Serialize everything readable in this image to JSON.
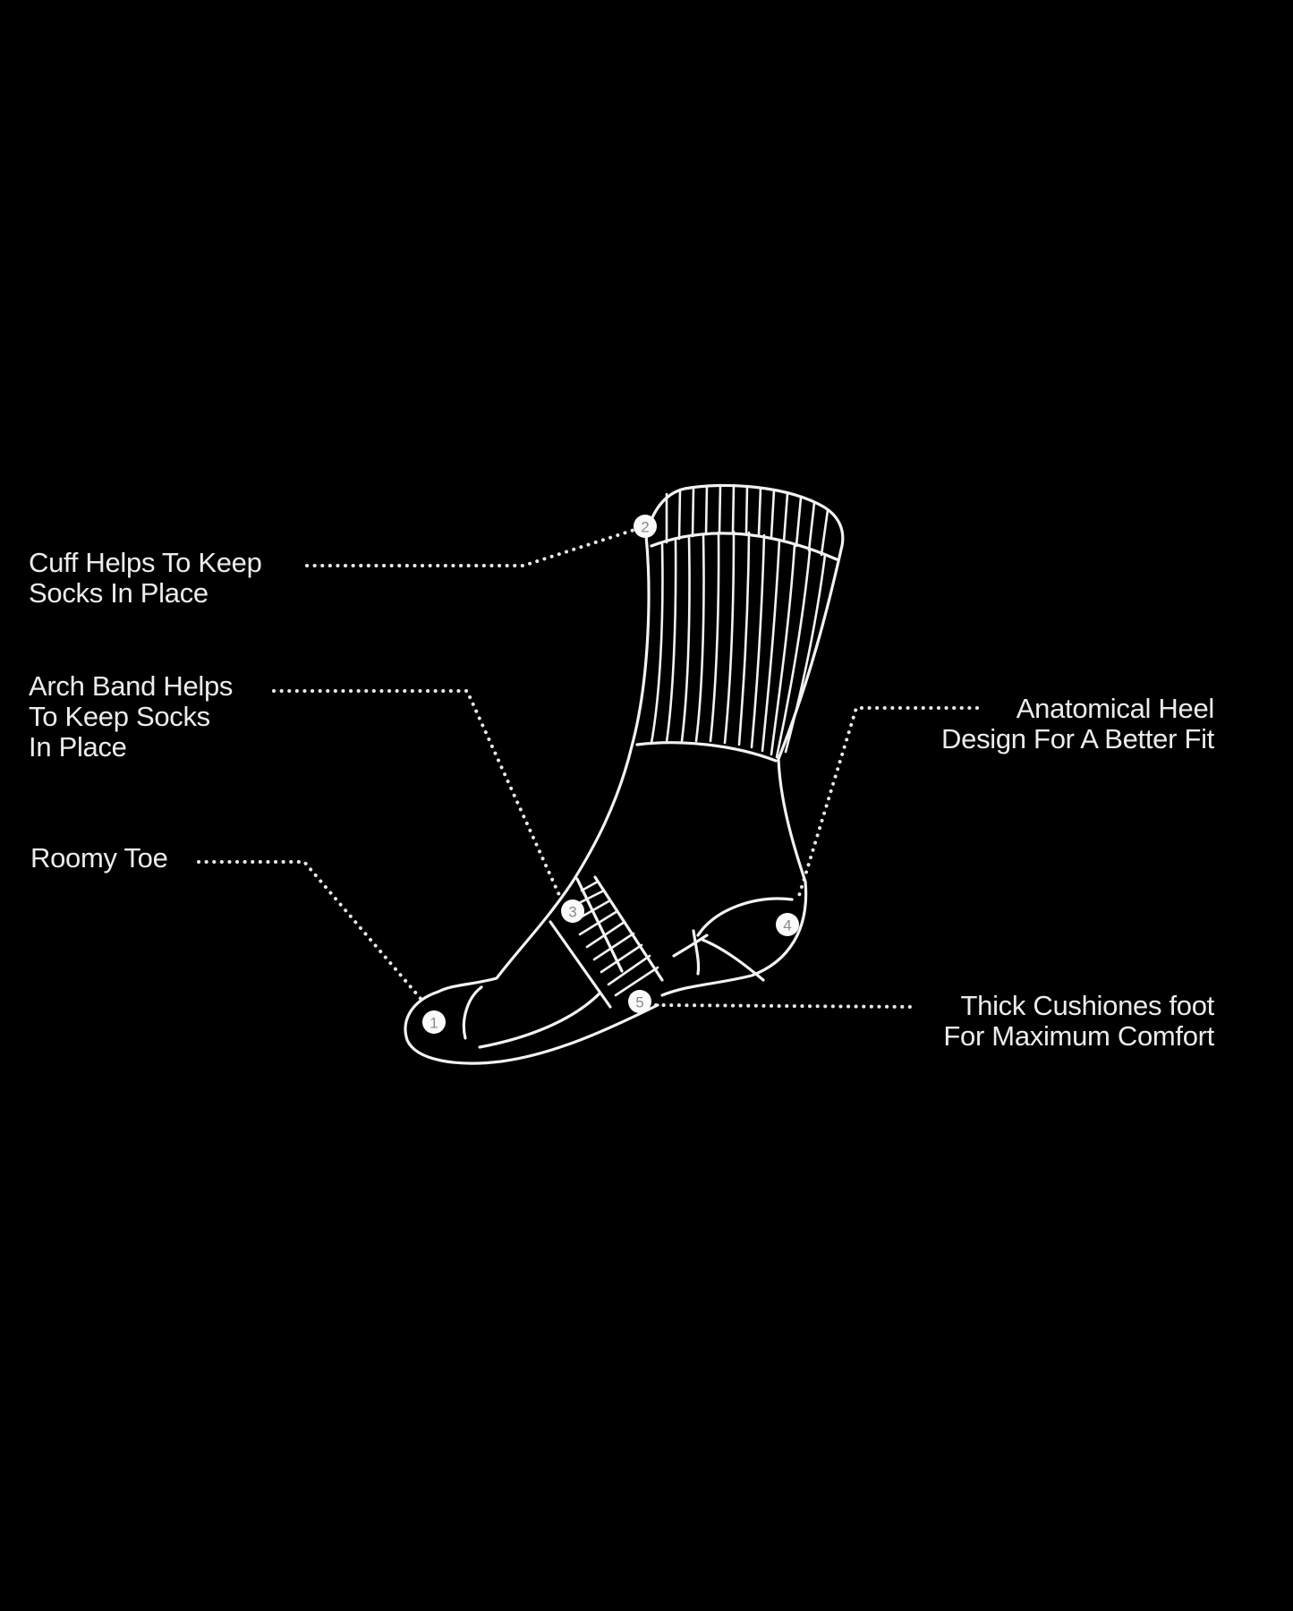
{
  "diagram": {
    "subject": "sock-anatomy",
    "background_color": "#000000",
    "line_color": "#f2f2f2",
    "callouts": [
      {
        "number": "1",
        "lines": [
          "Roomy Toe"
        ]
      },
      {
        "number": "2",
        "lines": [
          "Cuff Helps To Keep",
          "Socks In Place"
        ]
      },
      {
        "number": "3",
        "lines": [
          "Arch Band Helps",
          "To Keep Socks",
          "In Place"
        ]
      },
      {
        "number": "4",
        "lines": [
          "Anatomical Heel",
          "Design For A Better Fit"
        ]
      },
      {
        "number": "5",
        "lines": [
          "Thick Cushiones foot",
          "For Maximum Comfort"
        ]
      }
    ]
  }
}
